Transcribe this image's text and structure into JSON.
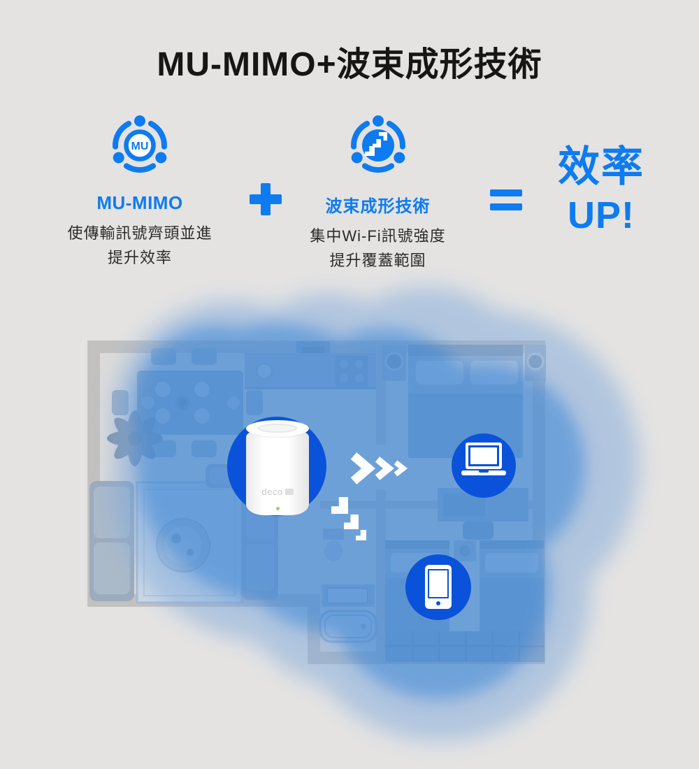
{
  "colors": {
    "bg": "#e4e3e2",
    "accent": "#0e7bf0",
    "deep_blue": "#0a52d9",
    "title_color": "#161616",
    "text_color": "#2b2b2b",
    "wall": "#c2c1c0",
    "floor": "#dcdbda",
    "blob_outer": "#7fa8db",
    "blob_inner": "#2f80d6",
    "white": "#ffffff"
  },
  "header": {
    "title": "MU-MIMO+波束成形技術"
  },
  "formula": {
    "left": {
      "icon": "mu-mimo-icon",
      "label": "MU-MIMO",
      "description": [
        "使傳輸訊號齊頭並進",
        "提升效率"
      ]
    },
    "operator_plus": "plus-icon",
    "middle": {
      "icon": "beamforming-icon",
      "label": "波束成形技術",
      "description": [
        "集中Wi-Fi訊號強度",
        "提升覆蓋範圍"
      ]
    },
    "operator_equals": "equals-icon",
    "result": {
      "line1": "效率",
      "line2": "UP!"
    }
  },
  "floorplan": {
    "router": {
      "brand_label": "deco"
    },
    "device_icons": [
      "router-device",
      "laptop-icon",
      "smartphone-icon"
    ],
    "signal_icons": [
      "triple-chevron-right-icon",
      "descending-steps-icon"
    ],
    "coverage": "wifi-coverage-blob"
  }
}
